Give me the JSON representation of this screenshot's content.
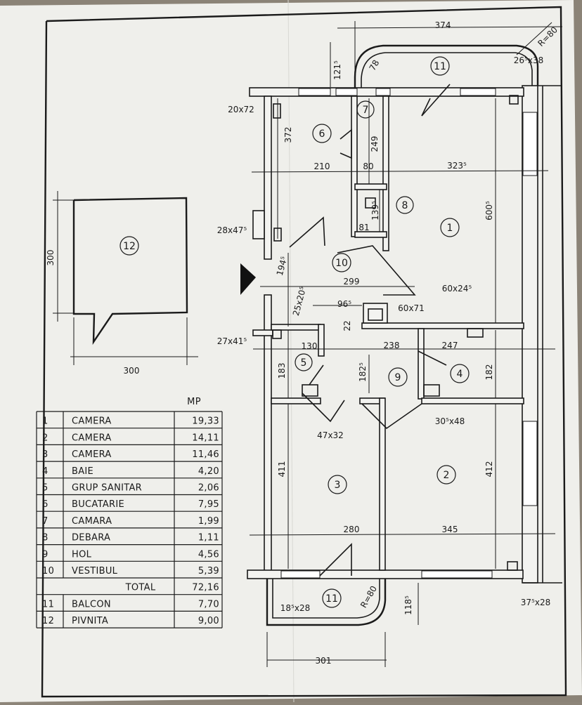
{
  "rooms": [
    {
      "id": "r1",
      "num": "1"
    },
    {
      "id": "r2",
      "num": "2"
    },
    {
      "id": "r3",
      "num": "3"
    },
    {
      "id": "r4",
      "num": "4"
    },
    {
      "id": "r5",
      "num": "5"
    },
    {
      "id": "r6",
      "num": "6"
    },
    {
      "id": "r7",
      "num": "7"
    },
    {
      "id": "r8",
      "num": "8"
    },
    {
      "id": "r9",
      "num": "9"
    },
    {
      "id": "r10",
      "num": "10"
    },
    {
      "id": "r11a",
      "num": "11"
    },
    {
      "id": "r11b",
      "num": "11"
    },
    {
      "id": "r12",
      "num": "12"
    }
  ],
  "dimensions": {
    "d374": "374",
    "d121": "121⁵",
    "d78": "78",
    "d265x38": "26⁵x38",
    "d80r": "R=80",
    "d20x72": "20x72",
    "d372": "372",
    "d249": "249",
    "d210": "210",
    "d80": "80",
    "d3235": "323⁵",
    "d6005": "600⁵",
    "d1395": "139⁵",
    "d81": "81",
    "d28x475": "28x47⁵",
    "d1945": "194⁵",
    "d299": "299",
    "d60x245": "60x24⁵",
    "d25x205": "25x20⁵",
    "d965": "96⁵",
    "d60x71": "60x71",
    "d22": "22",
    "d27x415": "27x41⁵",
    "d130": "130",
    "d238": "238",
    "d247": "247",
    "d183": "183",
    "d1825": "182⁵",
    "d182": "182",
    "d47x32": "47x32",
    "d305x48": "30⁵x48",
    "d411": "411",
    "d412": "412",
    "d280": "280",
    "d345": "345",
    "d185x28": "18⁵x28",
    "d80b": "R=80",
    "d118": "118⁵",
    "d375x28": "37⁵x28",
    "d301": "301",
    "d300v": "300",
    "d300h": "300"
  },
  "table": {
    "header": "MP",
    "rows": [
      {
        "num": "1",
        "name": "CAMERA",
        "area": "19,33"
      },
      {
        "num": "2",
        "name": "CAMERA",
        "area": "14,11"
      },
      {
        "num": "3",
        "name": "CAMERA",
        "area": "11,46"
      },
      {
        "num": "4",
        "name": "BAIE",
        "area": "4,20"
      },
      {
        "num": "5",
        "name": "GRUP SANITAR",
        "area": "2,06"
      },
      {
        "num": "6",
        "name": "BUCATARIE",
        "area": "7,95"
      },
      {
        "num": "7",
        "name": "CAMARA",
        "area": "1,99"
      },
      {
        "num": "8",
        "name": "DEBARA",
        "area": "1,11"
      },
      {
        "num": "9",
        "name": "HOL",
        "area": "4,56"
      },
      {
        "num": "10",
        "name": "VESTIBUL",
        "area": "5,39"
      }
    ],
    "total_label": "TOTAL",
    "total_value": "72,16",
    "extra_rows": [
      {
        "num": "11",
        "name": "BALCON",
        "area": "7,70"
      },
      {
        "num": "12",
        "name": "PIVNITA",
        "area": "9,00"
      }
    ]
  }
}
